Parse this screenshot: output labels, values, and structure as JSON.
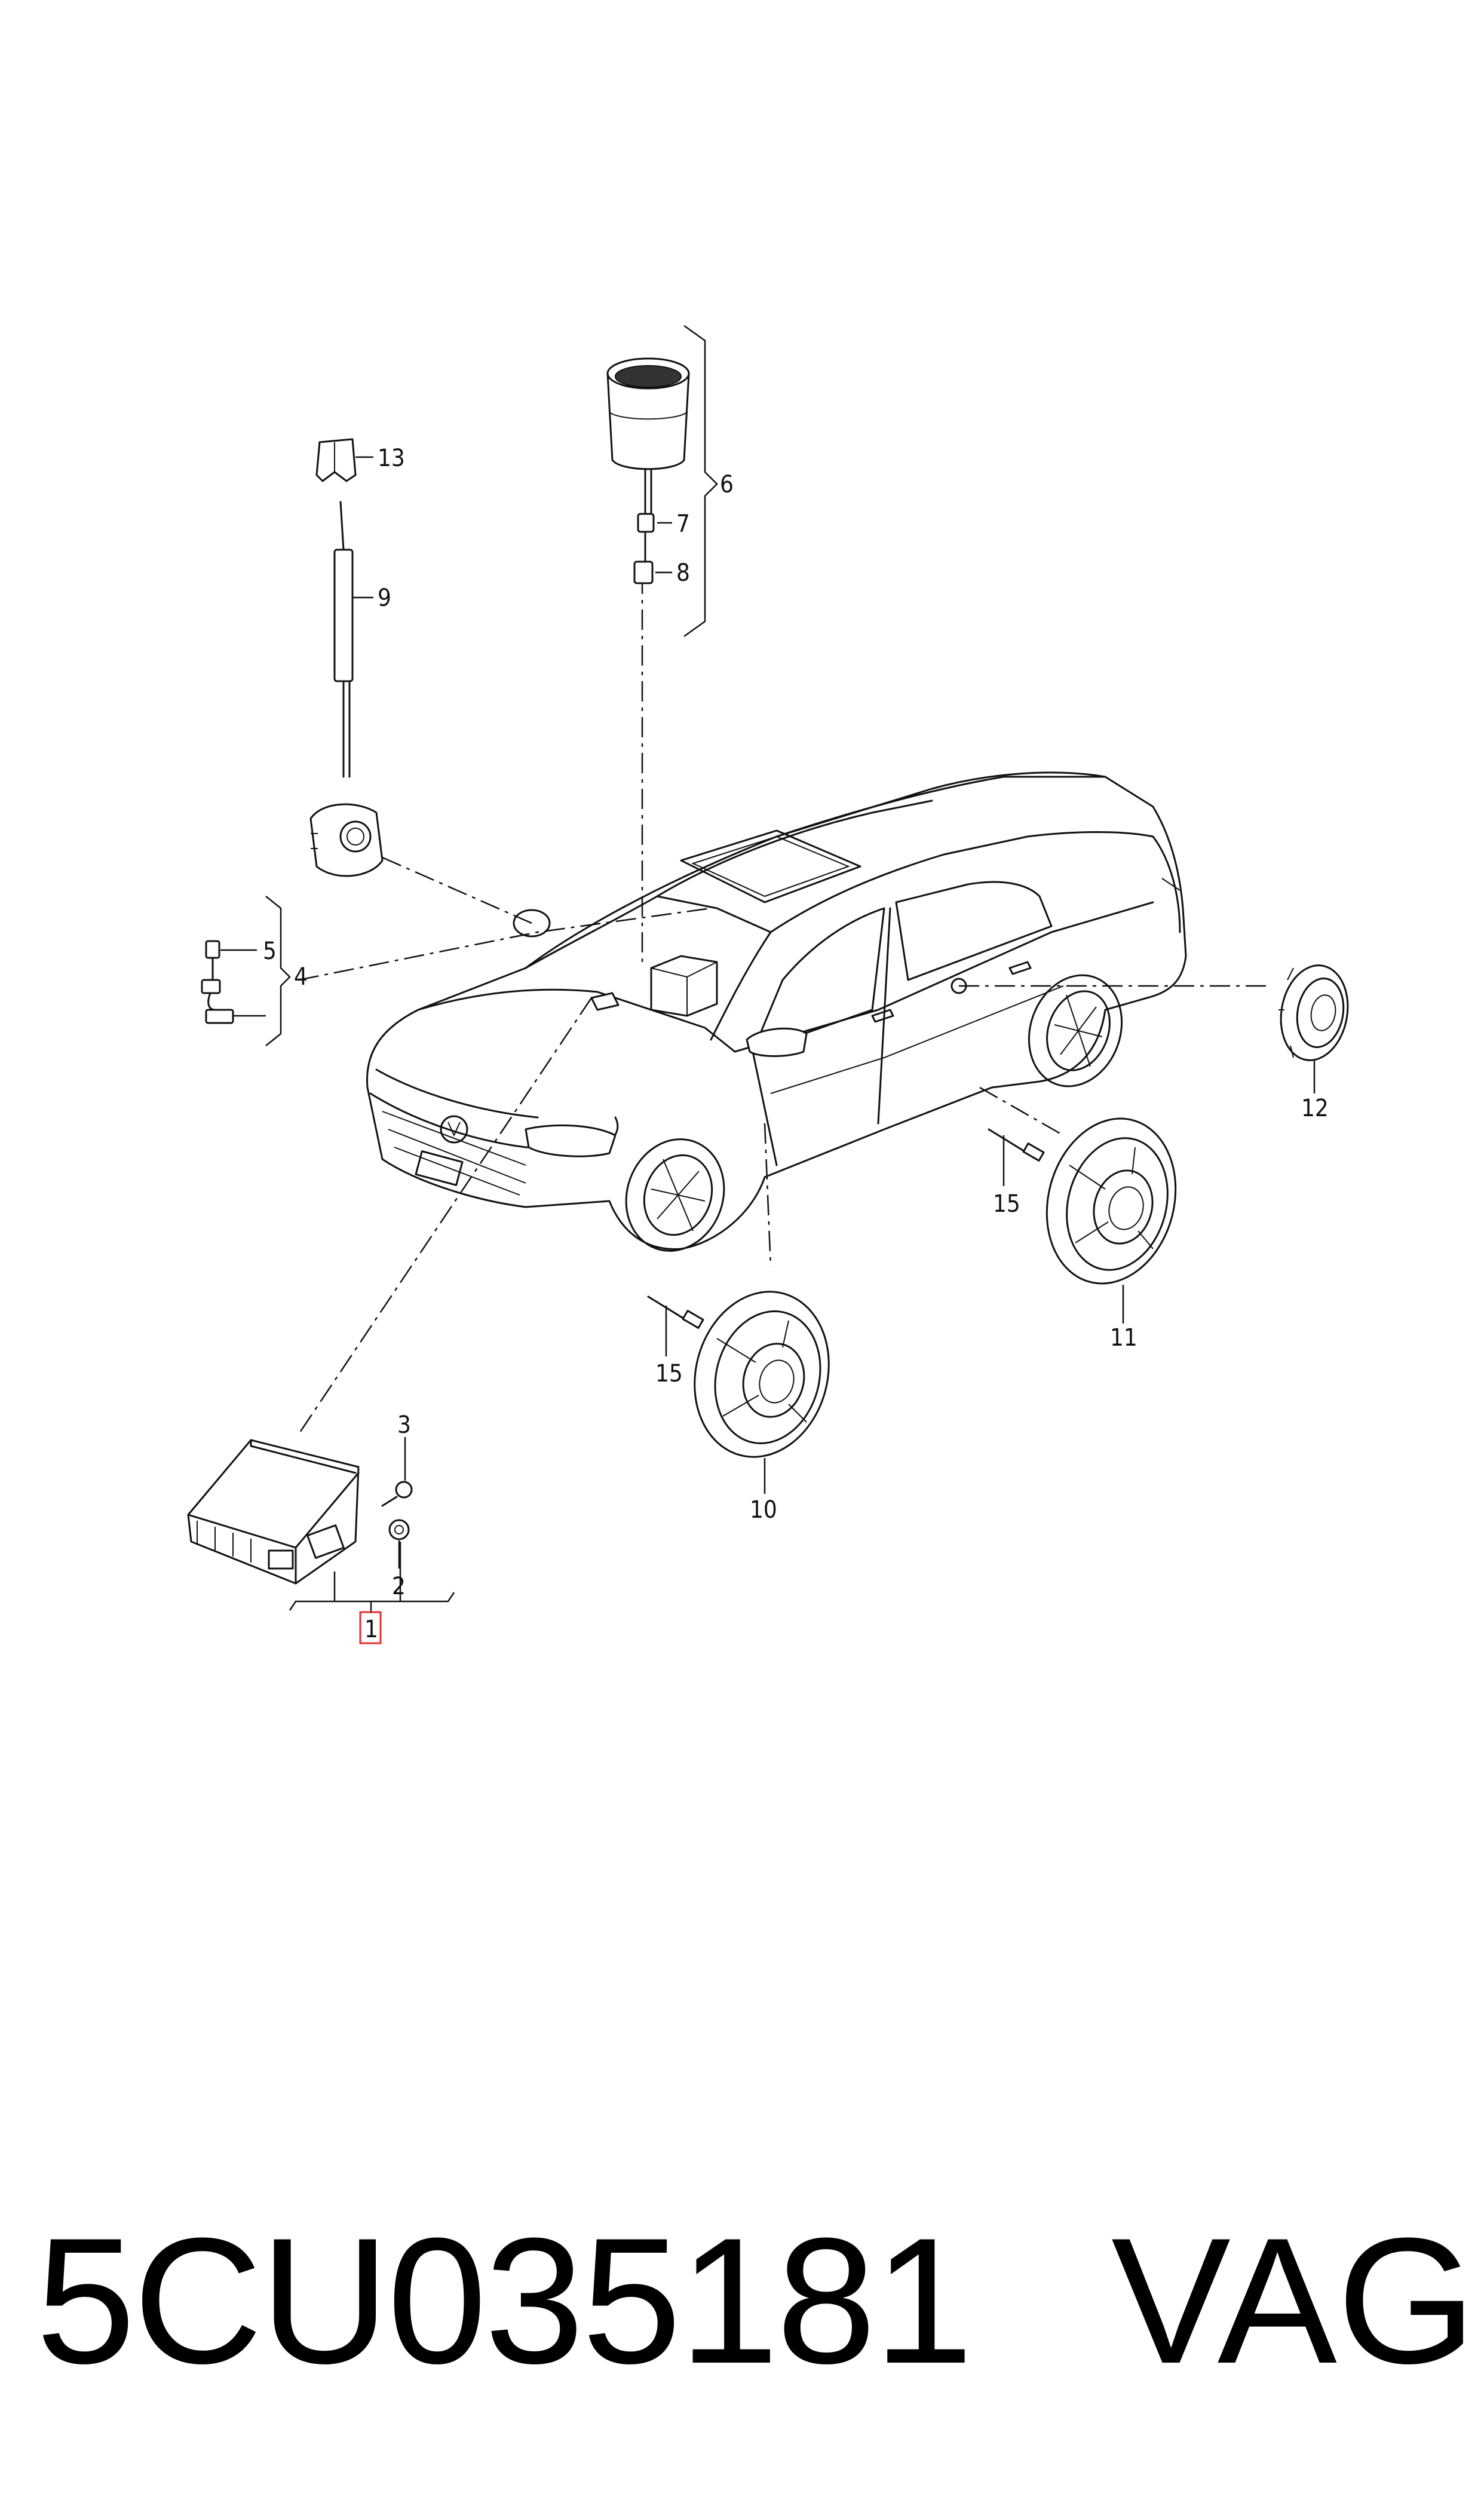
{
  "callouts": {
    "c1": "1",
    "c2": "2",
    "c3": "3",
    "c4": "4",
    "c5": "5",
    "c6": "6",
    "c7": "7",
    "c8": "8",
    "c9": "9",
    "c10": "10",
    "c11": "11",
    "c12": "12",
    "c13": "13",
    "c15a": "15",
    "c15b": "15"
  },
  "footer": {
    "part_number": "5CU035181",
    "brand": "VAG"
  },
  "colors": {
    "ink": "#111111",
    "highlight": "#e03030",
    "background": "#ffffff"
  }
}
